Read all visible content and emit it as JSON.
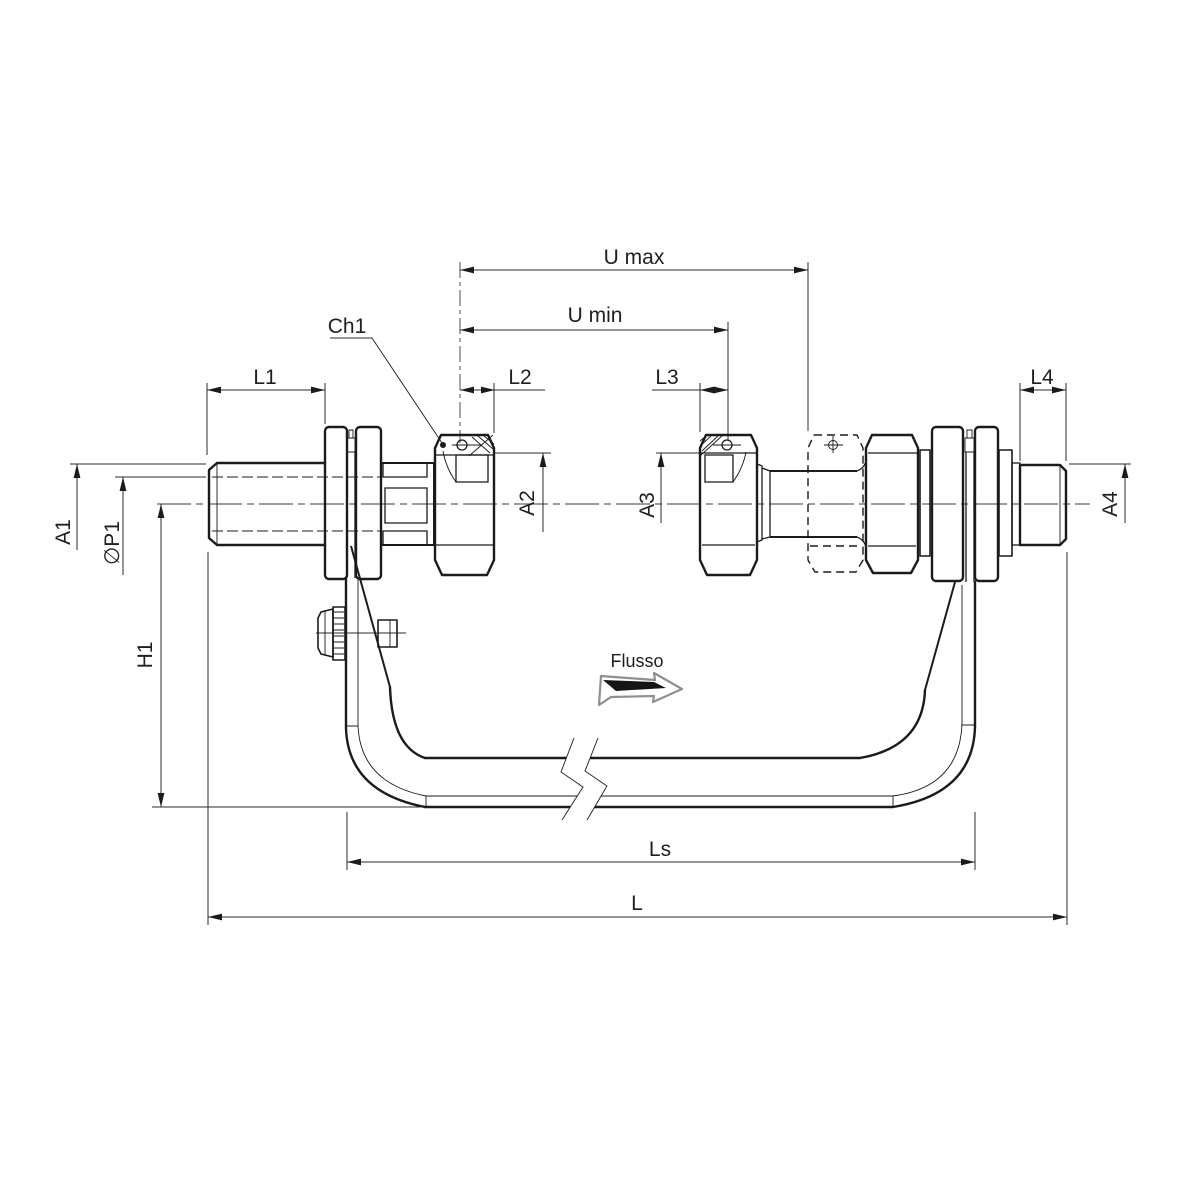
{
  "drawing": {
    "kind": "technical-dimension-drawing",
    "flow_label": "Flusso",
    "colors": {
      "line": "#1b1b1b",
      "flow_arrow_outline": "#8f8f8f",
      "background": "#ffffff"
    },
    "labels": {
      "u_max": "U max",
      "u_min": "U min",
      "l1": "L1",
      "l2": "L2",
      "l3": "L3",
      "l4": "L4",
      "ch1": "Ch1",
      "a1": "A1",
      "p1": "∅P1",
      "a2": "A2",
      "a3": "A3",
      "a4": "A4",
      "h1": "H1",
      "ls": "Ls",
      "l": "L"
    }
  }
}
